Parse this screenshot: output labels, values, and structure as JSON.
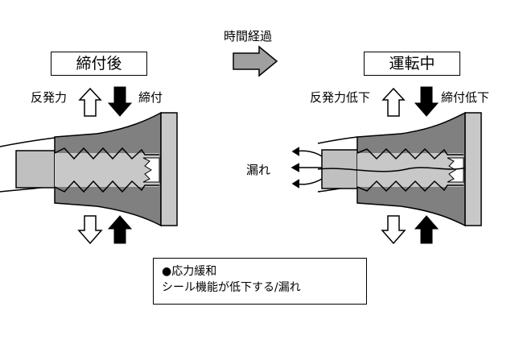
{
  "time_label": "時間経過",
  "left": {
    "title": "締付後",
    "reaction_label": "反発力",
    "clamp_label": "締付"
  },
  "right": {
    "title": "運転中",
    "reaction_label": "反発力低下",
    "clamp_label": "締付低下",
    "leak_label": "漏れ"
  },
  "note": {
    "line1": "●応力緩和",
    "line2": "シール機能が低下する/漏れ"
  }
}
